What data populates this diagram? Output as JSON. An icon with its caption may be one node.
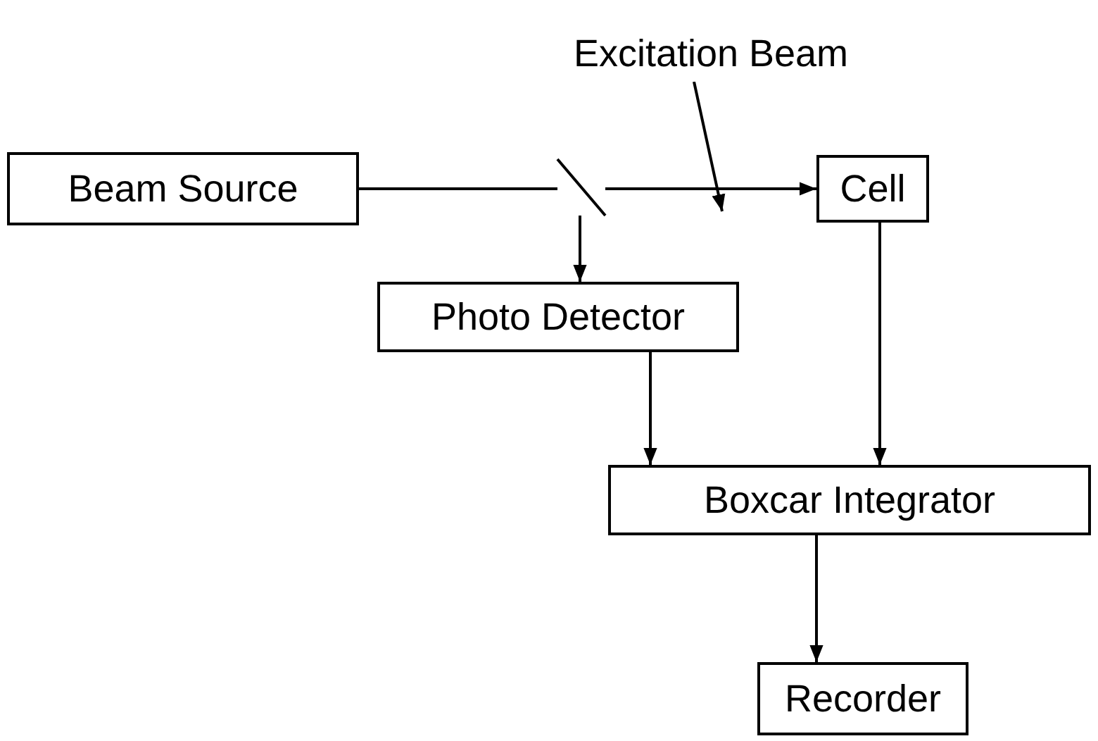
{
  "diagram": {
    "nodes": [
      {
        "text": [
          "Excitation Beam"
        ]
      },
      {
        "text": [
          "Beam Source"
        ]
      },
      {
        "text": [],
        "shape": "mirror"
      },
      {
        "text": [
          "Cell"
        ]
      },
      {
        "text": [
          "Photo Detector"
        ]
      },
      {
        "text": [
          "Boxcar Integrator"
        ]
      },
      {
        "text": [
          "Recorder"
        ]
      }
    ],
    "edges": [
      {
        "from": 1,
        "to": 2,
        "arrow": "none"
      },
      {
        "from": 2,
        "to": 3,
        "arrow": "to"
      },
      {
        "from": 2,
        "to": 4,
        "arrow": "to"
      },
      {
        "from": 4,
        "to": 5,
        "arrow": "to"
      },
      {
        "from": 3,
        "to": 5,
        "arrow": "to"
      },
      {
        "from": 5,
        "to": 6,
        "arrow": "to"
      },
      {
        "from": 0,
        "to": null,
        "arrow": "to"
      }
    ]
  }
}
